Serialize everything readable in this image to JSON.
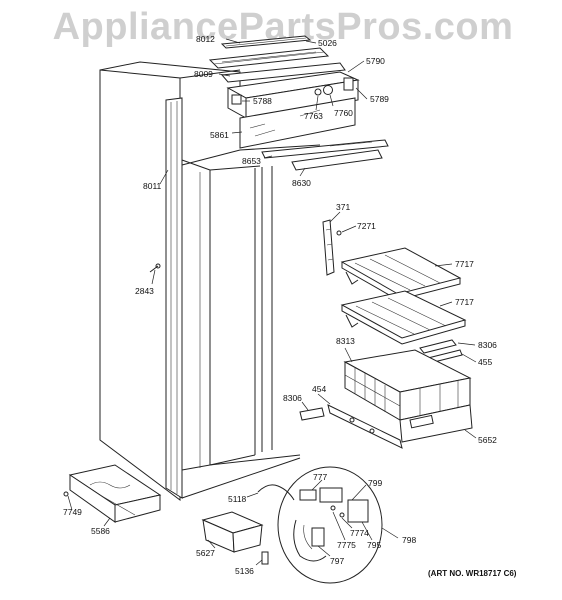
{
  "watermark": "AppliancePartsPros.com",
  "art_number": "(ART NO. WR18717 C6)",
  "parts": {
    "p8012": "8012",
    "p5026": "5026",
    "p5790": "5790",
    "p8009": "8009",
    "p5788": "5788",
    "p5789": "5789",
    "p7763": "7763",
    "p7760": "7760",
    "p5861": "5861",
    "p8653": "8653",
    "p8630": "8630",
    "p8011": "8011",
    "p371": "371",
    "p7271": "7271",
    "p7717a": "7717",
    "p7717b": "7717",
    "p2843": "2843",
    "p8306a": "8306",
    "p455": "455",
    "p8313": "8313",
    "p454": "454",
    "p8306b": "8306",
    "p5652": "5652",
    "p7749": "7749",
    "p5586": "5586",
    "p5118": "5118",
    "p777": "777",
    "p799": "799",
    "p7774": "7774",
    "p7775": "7775",
    "p795": "795",
    "p798": "798",
    "p797": "797",
    "p5627": "5627",
    "p5136": "5136"
  }
}
